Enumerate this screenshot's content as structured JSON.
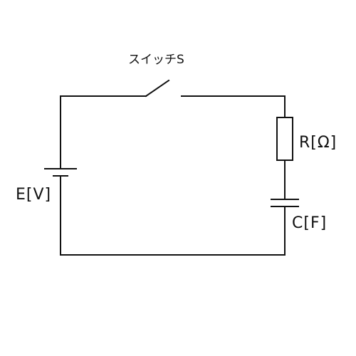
{
  "diagram": {
    "components": {
      "switch": {
        "label": "スイッチS"
      },
      "resistor": {
        "label": "R[Ω]"
      },
      "capacitor": {
        "label": "C[F]"
      },
      "battery": {
        "label": "E[V]"
      }
    },
    "colors": {
      "line": "#111111",
      "background": "#ffffff"
    }
  }
}
